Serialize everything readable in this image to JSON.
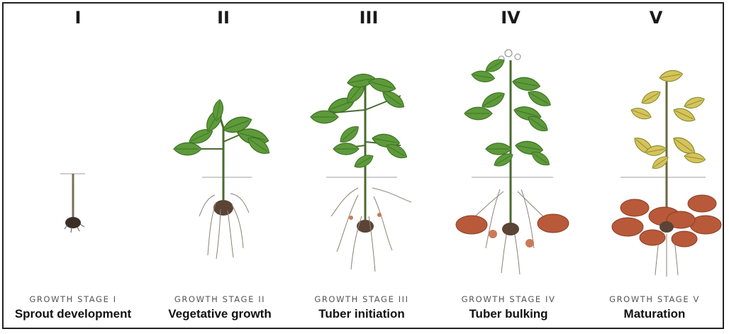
{
  "stages": [
    {
      "numeral": "I",
      "kicker": "GROWTH STAGE I",
      "name": "Sprout development"
    },
    {
      "numeral": "II",
      "kicker": "GROWTH STAGE II",
      "name": "Vegetative growth"
    },
    {
      "numeral": "III",
      "kicker": "GROWTH STAGE III",
      "name": "Tuber initiation"
    },
    {
      "numeral": "IV",
      "kicker": "GROWTH STAGE IV",
      "name": "Tuber bulking"
    },
    {
      "numeral": "V",
      "kicker": "GROWTH STAGE V",
      "name": "Maturation"
    }
  ],
  "colors": {
    "leaf": "#5d9a3a",
    "leaf_dark": "#3f7426",
    "yellow_leaf": "#d8c25a",
    "tuber": "#b8593a",
    "tuber_light": "#c97a5a",
    "root": "#8a8275",
    "stem": "#4a6b2e",
    "soil_line": "#bfbfbf"
  }
}
